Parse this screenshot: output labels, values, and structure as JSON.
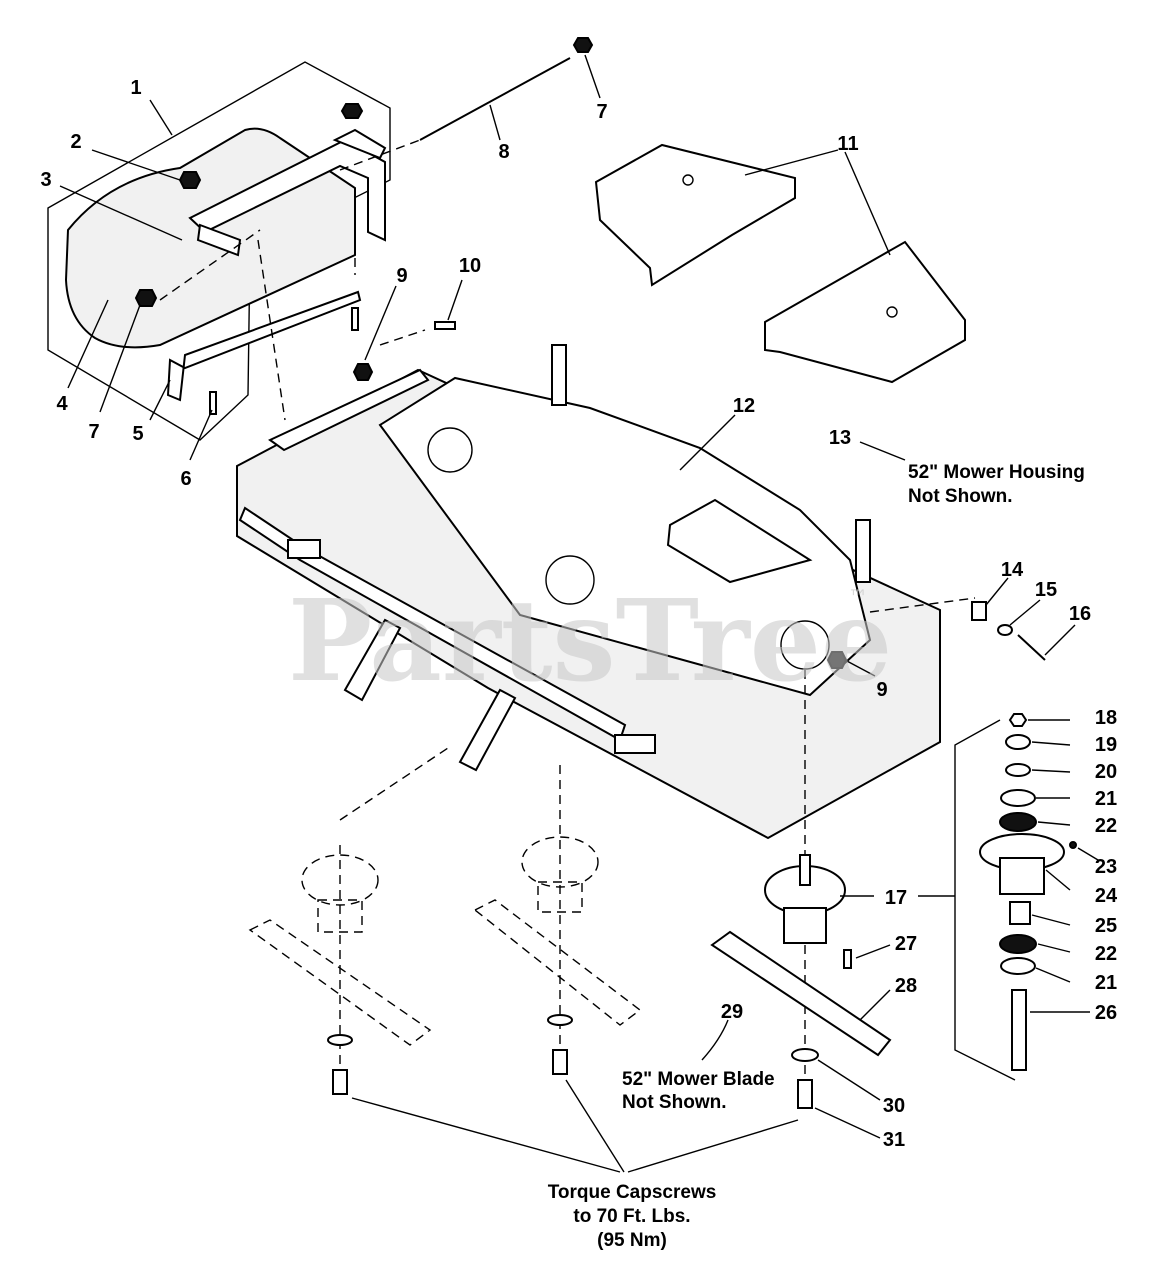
{
  "watermark": {
    "text": "PartsTree",
    "trademark": "™"
  },
  "callouts": [
    {
      "id": "1",
      "text": "1"
    },
    {
      "id": "2",
      "text": "2"
    },
    {
      "id": "3",
      "text": "3"
    },
    {
      "id": "4",
      "text": "4"
    },
    {
      "id": "5",
      "text": "5"
    },
    {
      "id": "6",
      "text": "6"
    },
    {
      "id": "7a",
      "text": "7"
    },
    {
      "id": "7b",
      "text": "7"
    },
    {
      "id": "8",
      "text": "8"
    },
    {
      "id": "9a",
      "text": "9"
    },
    {
      "id": "9b",
      "text": "9"
    },
    {
      "id": "10",
      "text": "10"
    },
    {
      "id": "11",
      "text": "11"
    },
    {
      "id": "12",
      "text": "12"
    },
    {
      "id": "13",
      "text": "13"
    },
    {
      "id": "14",
      "text": "14"
    },
    {
      "id": "15",
      "text": "15"
    },
    {
      "id": "16",
      "text": "16"
    },
    {
      "id": "17",
      "text": "17"
    },
    {
      "id": "18",
      "text": "18"
    },
    {
      "id": "19",
      "text": "19"
    },
    {
      "id": "20",
      "text": "20"
    },
    {
      "id": "21a",
      "text": "21"
    },
    {
      "id": "21b",
      "text": "21"
    },
    {
      "id": "22a",
      "text": "22"
    },
    {
      "id": "22b",
      "text": "22"
    },
    {
      "id": "23",
      "text": "23"
    },
    {
      "id": "24",
      "text": "24"
    },
    {
      "id": "25",
      "text": "25"
    },
    {
      "id": "26",
      "text": "26"
    },
    {
      "id": "27",
      "text": "27"
    },
    {
      "id": "28",
      "text": "28"
    },
    {
      "id": "29",
      "text": "29"
    },
    {
      "id": "30",
      "text": "30"
    },
    {
      "id": "31",
      "text": "31"
    }
  ],
  "notes": {
    "housing_line1": "52\" Mower Housing",
    "housing_line2": "Not Shown.",
    "blade_line1": "52\" Mower Blade",
    "blade_line2": "Not Shown.",
    "torque_line1": "Torque Capscrews",
    "torque_line2": "to 70 Ft. Lbs.",
    "torque_line3": "(95 Nm)"
  }
}
